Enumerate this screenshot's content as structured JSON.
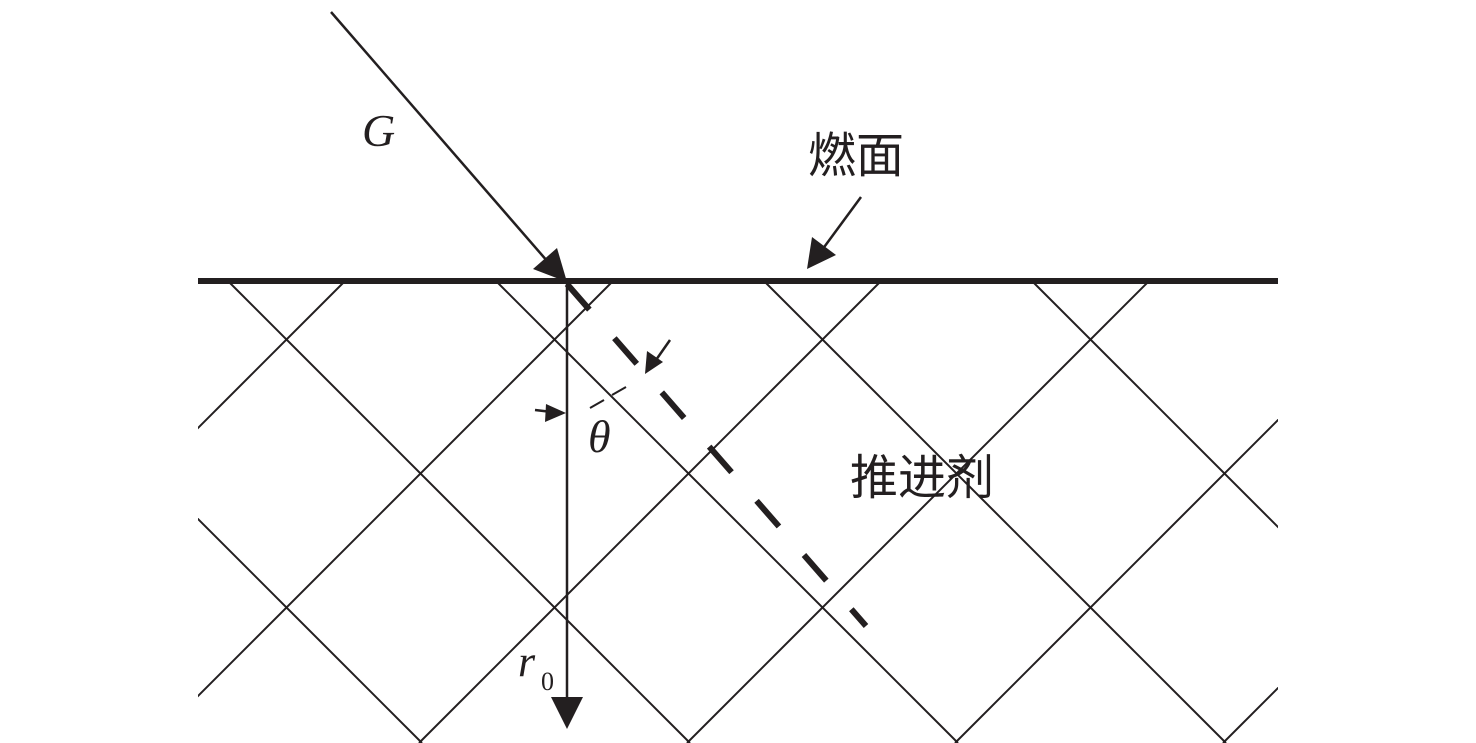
{
  "labels": {
    "gas_flow": "G",
    "burning_surface": "燃面",
    "propellant": "推进剂",
    "angle": "θ",
    "burn_rate_symbol": "r",
    "burn_rate_subscript": "0"
  },
  "colors": {
    "ink": "#231f20",
    "background": "#ffffff"
  }
}
